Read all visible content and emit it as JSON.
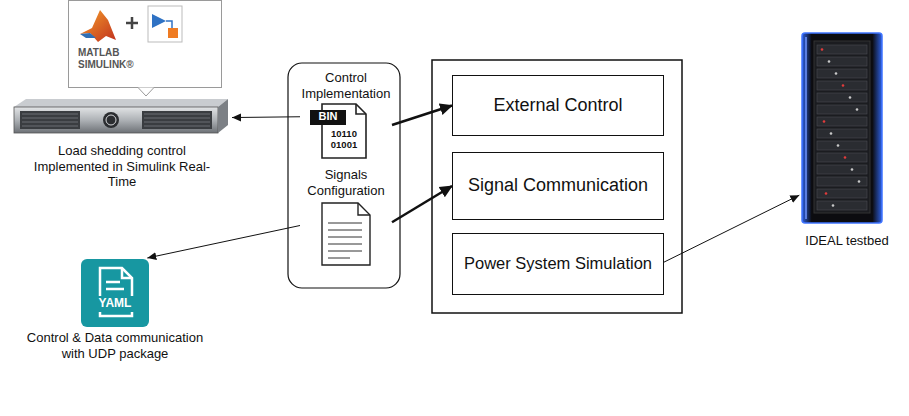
{
  "diagram": {
    "nodes": [
      {
        "text": [
          "MATLAB SIMULINK®"
        ]
      },
      {
        "text": [
          "Load shedding control Implemented in Simulink Real-Time"
        ]
      },
      {
        "text": [
          "Control Implementation",
          "BIN",
          "10110 01001"
        ]
      },
      {
        "text": [
          "Signals Configuration"
        ]
      },
      {
        "text": [
          "External Control"
        ]
      },
      {
        "text": [
          "Signal Communication"
        ]
      },
      {
        "text": [
          "Power System Simulation"
        ]
      },
      {
        "text": [
          "IDEAL testbed"
        ]
      },
      {
        "text": [
          "YAML",
          "Control & Data communication with UDP package"
        ]
      }
    ],
    "edges": [
      {
        "from": 2,
        "to": 1,
        "arrow": "to"
      },
      {
        "from": 2,
        "to": 4,
        "arrow": "to"
      },
      {
        "from": 3,
        "to": 5,
        "arrow": "to"
      },
      {
        "from": 3,
        "to": 8,
        "arrow": "to"
      },
      {
        "from": 6,
        "to": 7,
        "arrow": "to"
      }
    ]
  }
}
